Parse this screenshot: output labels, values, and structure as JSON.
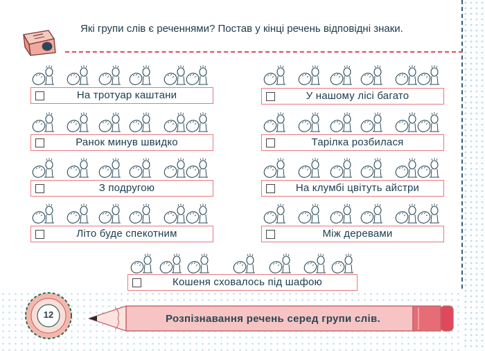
{
  "instruction": "Які групи слів є реченнями? Постав у кінці речень відповідні знаки.",
  "left_items": [
    "На тротуар каштани",
    "Ранок минув швидко",
    "З подругою",
    "Літо буде спекотним"
  ],
  "right_items": [
    "У нашому лісі багато",
    "Тарілка розбилася",
    "На клумбі цвітуть айстри",
    "Між деревами"
  ],
  "bottom_item": "Кошеня сховалось під шафою",
  "footer": "Розпізнавання речень серед групи слів.",
  "page_number": "12",
  "colors": {
    "accent_red": "#e0485c",
    "accent_pink": "#e7787f",
    "navy": "#2e5f79",
    "dots": "#b9dbe9"
  },
  "icons": [
    "sharpener-icon",
    "cactus-doodle",
    "pencil-icon",
    "pencil-shaving-badge"
  ]
}
